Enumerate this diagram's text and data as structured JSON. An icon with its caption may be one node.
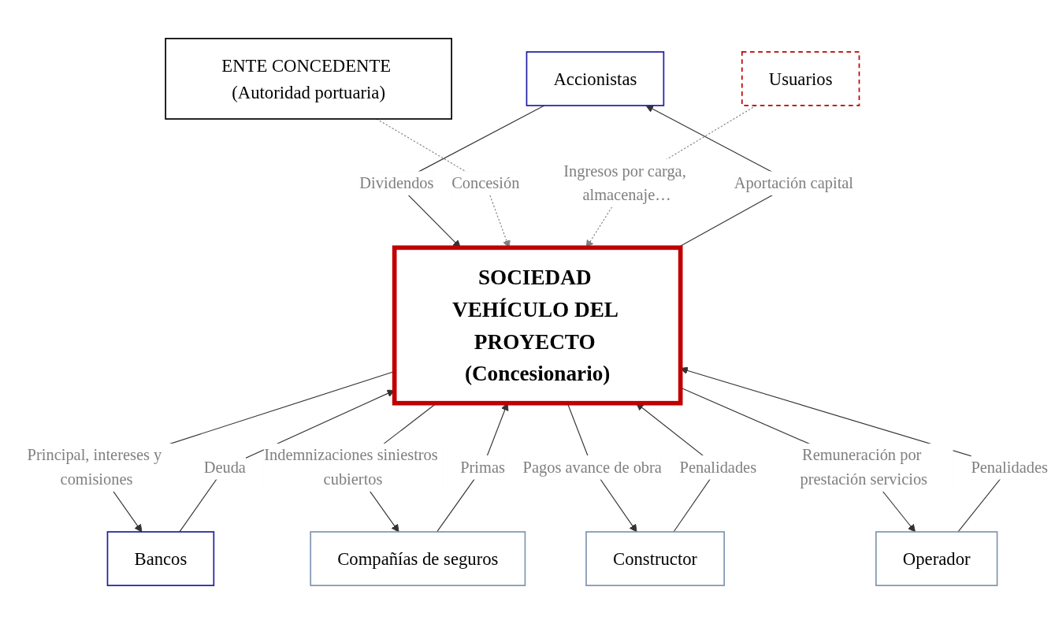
{
  "diagram": {
    "nodes": [
      {
        "text": [
          "Accionistas"
        ]
      },
      {
        "text": [
          "Bancos"
        ]
      },
      {
        "text": [
          "ENTE CONCEDENTE (Autoridad portuaria)"
        ]
      },
      {
        "text": [
          "SOCIEDAD VEHÍCULO DEL PROYECTO (Concesionario)"
        ]
      },
      {
        "text": [
          "Usuarios"
        ]
      },
      {
        "text": [
          "Compañías de seguros"
        ]
      },
      {
        "text": [
          "Constructor"
        ]
      },
      {
        "text": [
          "Operador"
        ]
      }
    ],
    "edges": [
      {
        "from": 3,
        "to": 0,
        "arrow": "to",
        "label": "Aportación capital"
      },
      {
        "from": 0,
        "to": 3,
        "arrow": "to",
        "label": "Dividendos"
      },
      {
        "from": 1,
        "to": 3,
        "arrow": "to",
        "label": "Deuda"
      },
      {
        "from": 3,
        "to": 1,
        "arrow": "to",
        "label": "Principal, intereses y comisiones"
      },
      {
        "from": 2,
        "to": 3,
        "arrow": "to",
        "label": "Concesión",
        "style": "dashed",
        "color": "#808080"
      },
      {
        "from": 4,
        "to": 3,
        "arrow": "to",
        "label": "Ingresos por carga, almacenaje…",
        "style": "dashed",
        "color": "#808080"
      },
      {
        "from": 3,
        "to": 5,
        "arrow": "to",
        "label": "Indemnizaciones siniestros cubiertos"
      },
      {
        "from": 5,
        "to": 3,
        "arrow": "to",
        "label": "Primas"
      },
      {
        "from": 3,
        "to": 6,
        "arrow": "to",
        "label": "Pagos avance de obra"
      },
      {
        "from": 6,
        "to": 3,
        "arrow": "to",
        "label": "Penalidades"
      },
      {
        "from": 7,
        "to": 3,
        "arrow": "to",
        "label": "Penalidades"
      },
      {
        "from": 3,
        "to": 7,
        "arrow": "to",
        "label": "Remuneración por prestación servicios"
      }
    ]
  }
}
